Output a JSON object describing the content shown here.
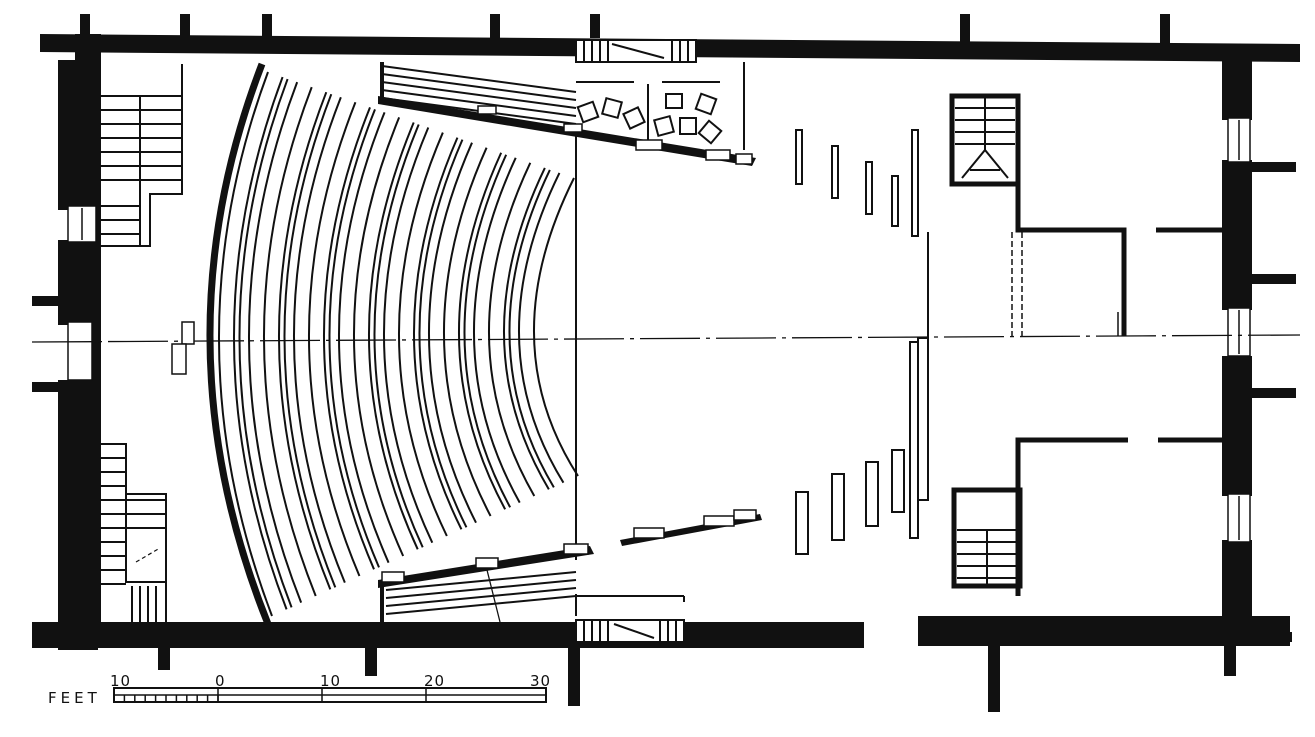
{
  "scale_bar": {
    "unit_label": "FEET",
    "ticks": [
      "10",
      "0",
      "10",
      "20",
      "30"
    ]
  },
  "colors": {
    "ink": "#111111",
    "paper": "#ffffff"
  }
}
